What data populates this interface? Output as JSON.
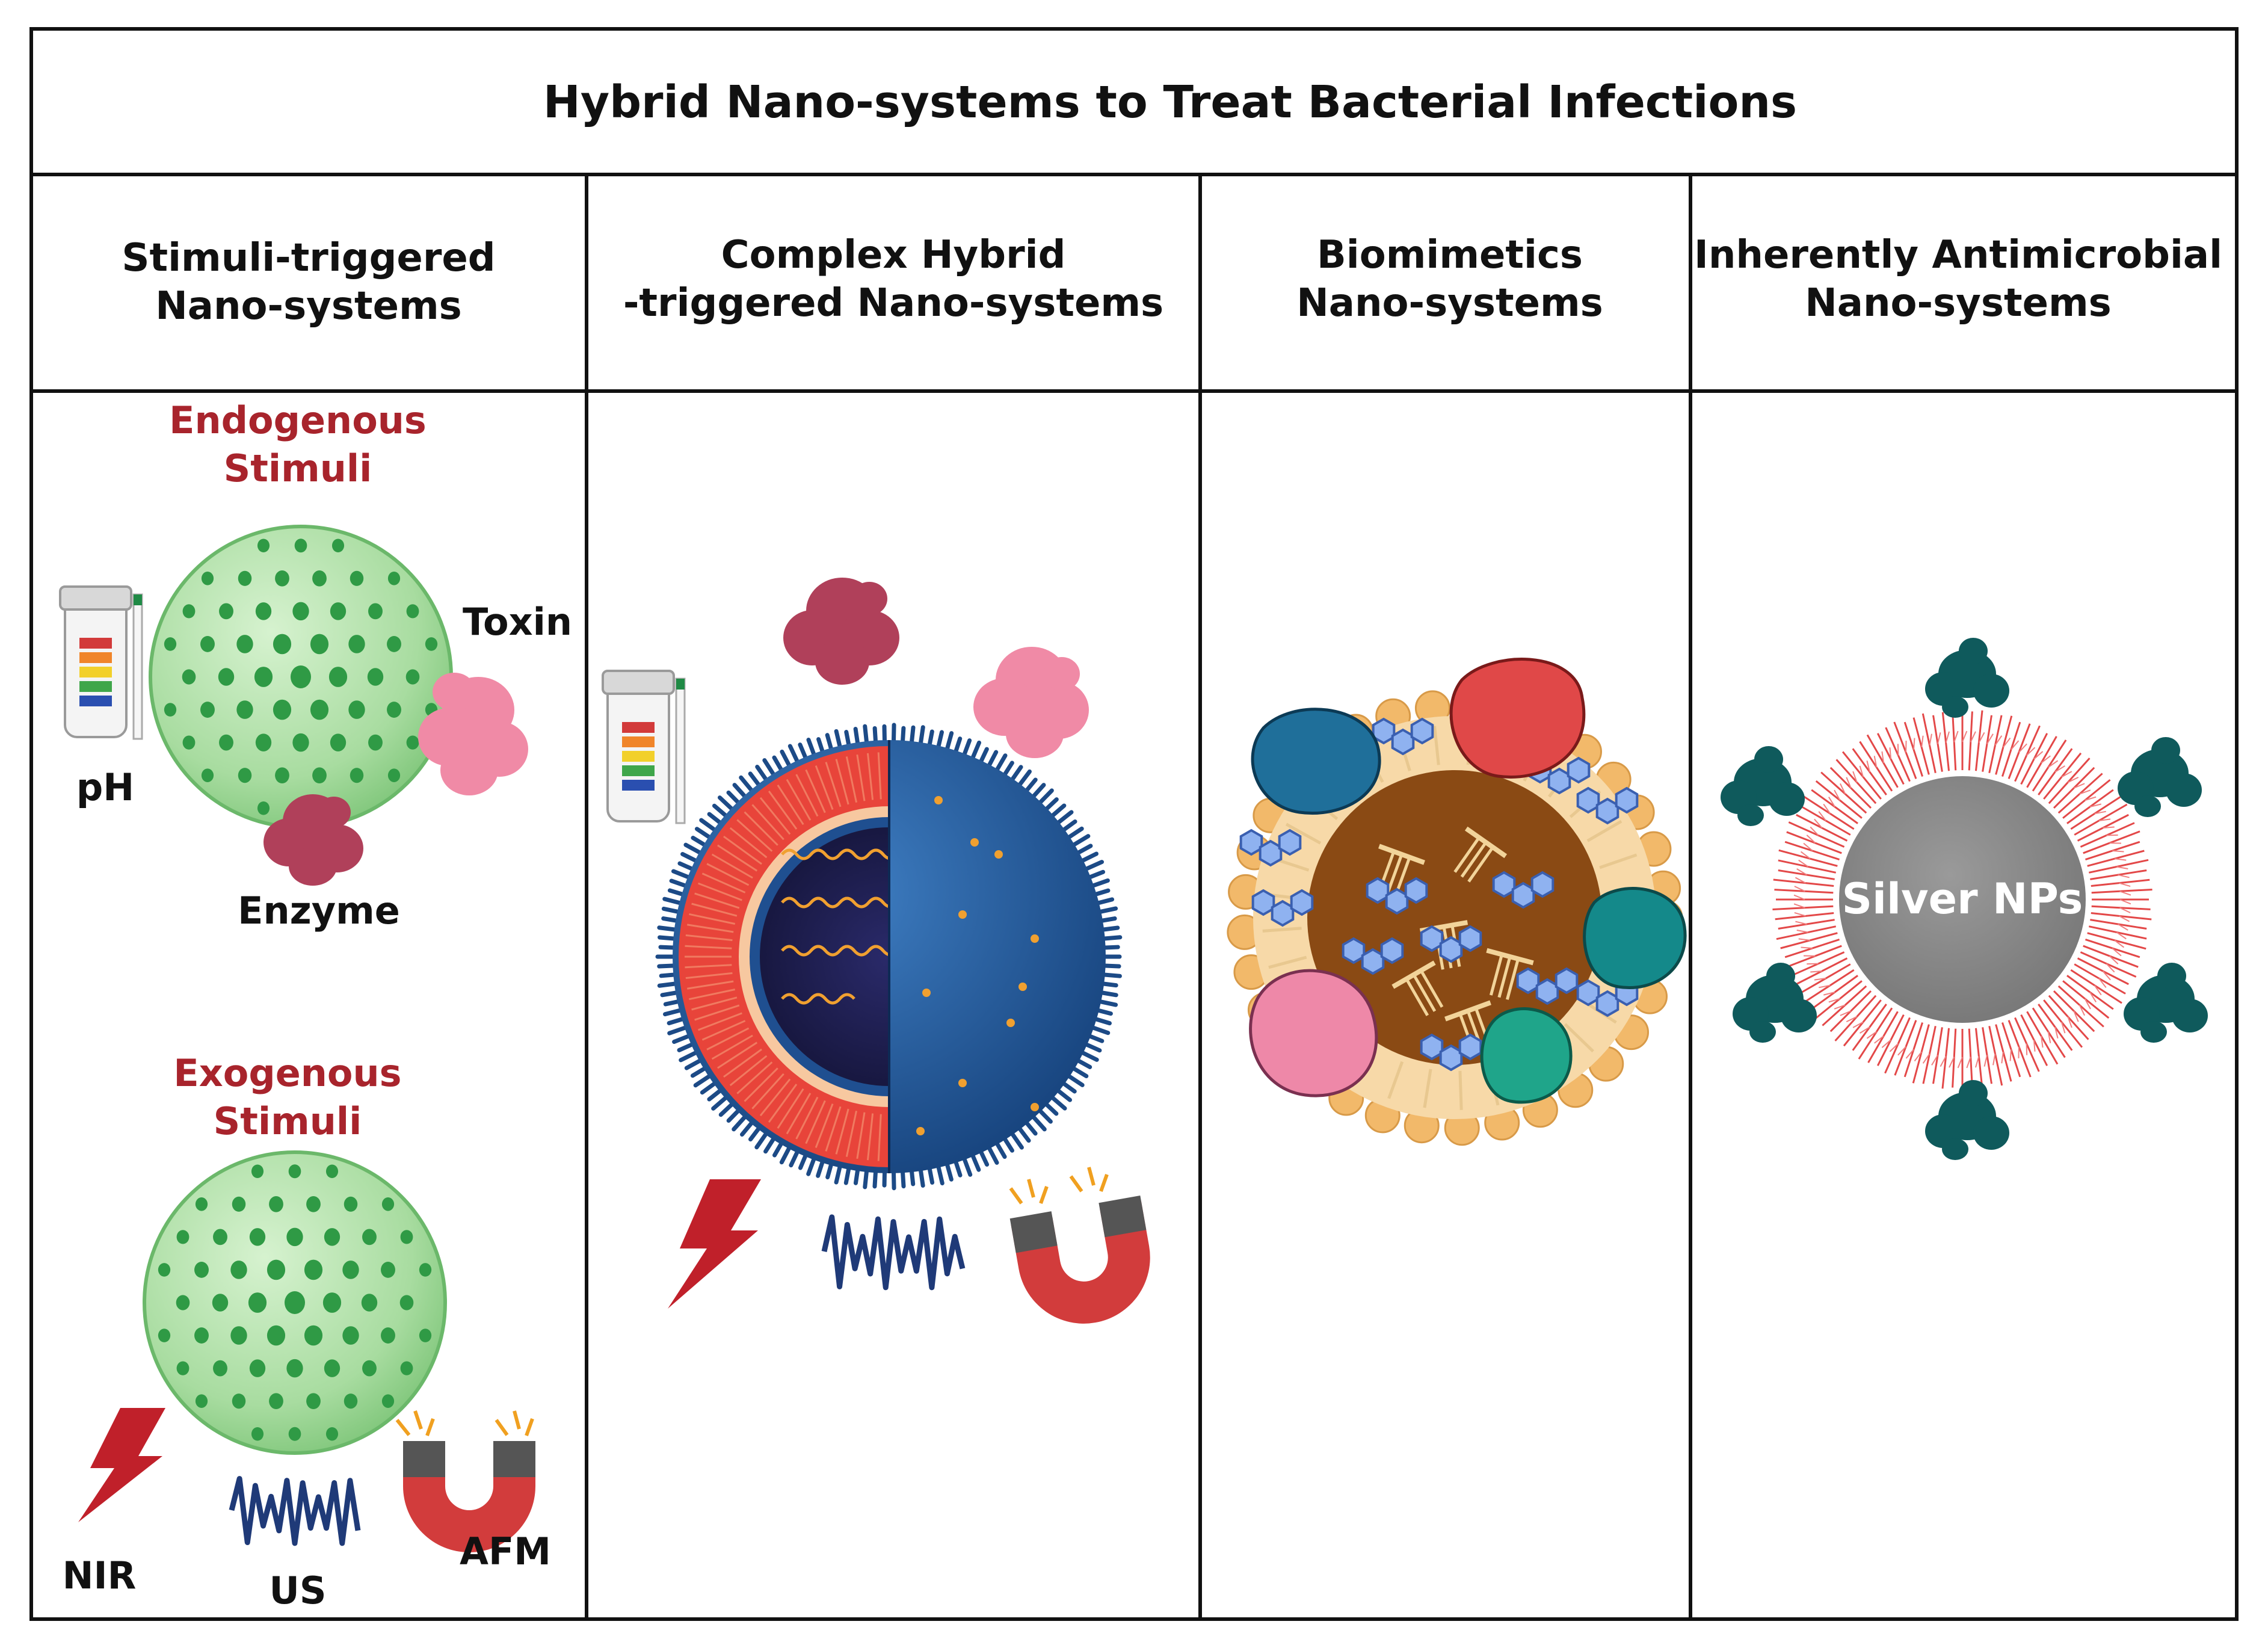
{
  "title": "Hybrid Nano-systems to Treat Bacterial Infections",
  "columns": [
    {
      "line1": "Stimuli-triggered",
      "line2": "Nano-systems"
    },
    {
      "line1": "Complex Hybrid",
      "line2": "-triggered Nano-systems"
    },
    {
      "line1": "Biomimetics",
      "line2": "Nano-systems"
    },
    {
      "line1": "Inherently Antimicrobial",
      "line2": "Nano-systems"
    }
  ],
  "stimuli": {
    "endogenous": {
      "line1": "Endogenous",
      "line2": "Stimuli",
      "ph": "pH",
      "toxin": "Toxin",
      "enzyme": "Enzyme"
    },
    "exogenous": {
      "line1": "Exogenous",
      "line2": "Stimuli",
      "nir": "NIR",
      "us": "US",
      "afm": "AFM"
    }
  },
  "silver_label": "Silver NPs",
  "colors": {
    "stimuli_label": "#a8242c",
    "sphere_green": "#a8dca0",
    "dot_green": "#2f9a45",
    "enzyme_crimson": "#b0405a",
    "toxin_pink": "#f08aa6",
    "liposome_red": "#e8443a",
    "core_blue": "#1f5a9c",
    "biomimetic_core": "#8a4a14",
    "lipid_orange": "#f2b96a",
    "silver_core": "#8a8a8a",
    "teal_protein": "#0f5a5c"
  }
}
